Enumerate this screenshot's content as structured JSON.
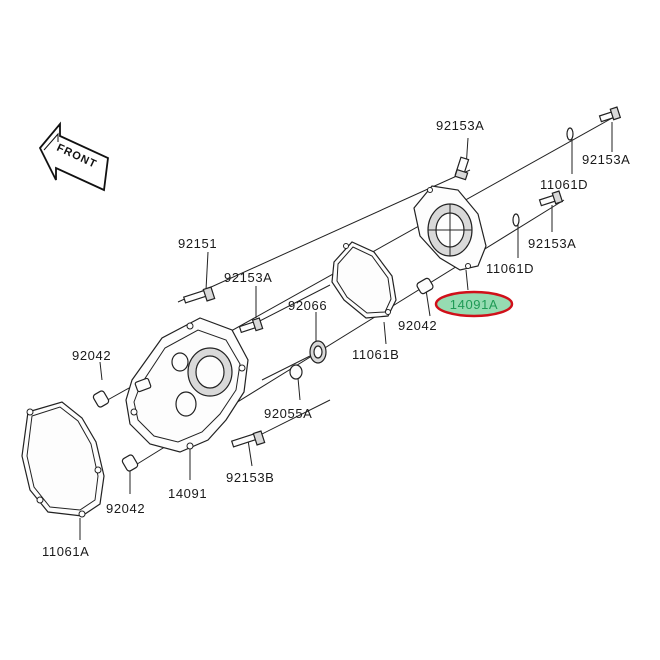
{
  "front_label": "FRONT",
  "highlight_color": "#d0101a",
  "highlight_fill": "#3fbf73",
  "parts": {
    "p92153a_top": "92153A",
    "p92153a_right": "92153A",
    "p11061d_top": "11061D",
    "p92153a_mid": "92153A",
    "p11061d_mid": "11061D",
    "p14091a": "14091A",
    "p92042_right": "92042",
    "p11061b": "11061B",
    "p92066": "92066",
    "p92151": "92151",
    "p92153a_left": "92153A",
    "p92042_left": "92042",
    "p92055a": "92055A",
    "p92153b": "92153B",
    "p92042_bottom": "92042",
    "p14091": "14091",
    "p11061a": "11061A"
  }
}
